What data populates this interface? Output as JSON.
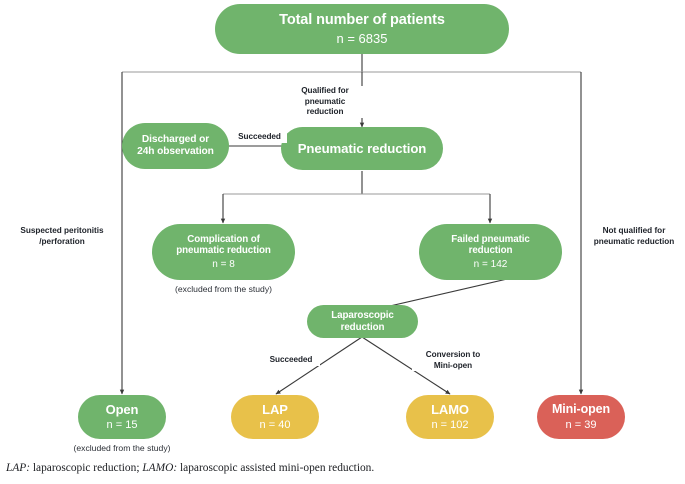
{
  "diagram": {
    "type": "flowchart",
    "title": "Patient flow for intussusception reduction",
    "colors": {
      "green": "#70b46c",
      "yellow": "#e8c14a",
      "red": "#da6158",
      "text_light": "#ffffff",
      "text_dark": "#20242b",
      "connector": "#3a3a3a"
    },
    "nodes": [
      {
        "id": "total",
        "title": "Total number of patients",
        "count": "n = 6835",
        "color": "green"
      },
      {
        "id": "discharged",
        "title": "Discharged or 24h observation",
        "count": "",
        "color": "green"
      },
      {
        "id": "pneumatic",
        "title": "Pneumatic reduction",
        "count": "",
        "color": "green"
      },
      {
        "id": "complication",
        "title": "Complication of pneumatic reduction",
        "count": "n = 8",
        "color": "green"
      },
      {
        "id": "failed",
        "title": "Failed pneumatic reduction",
        "count": "n = 142",
        "color": "green"
      },
      {
        "id": "lapreduction",
        "title": "Laparoscopic reduction",
        "count": "",
        "color": "green"
      },
      {
        "id": "open",
        "title": "Open",
        "count": "n = 15",
        "color": "green"
      },
      {
        "id": "lap",
        "title": "LAP",
        "count": "n = 40",
        "color": "yellow"
      },
      {
        "id": "lamo",
        "title": "LAMO",
        "count": "n = 102",
        "color": "yellow"
      },
      {
        "id": "miniopen",
        "title": "Mini-open",
        "count": "n = 39",
        "color": "red"
      }
    ],
    "node_lines": {
      "discharged_line1": "Discharged or",
      "discharged_line2": "24h observation",
      "complication_line1": "Complication of",
      "complication_line2": "pneumatic reduction",
      "failed_line1": "Failed pneumatic",
      "failed_line2": "reduction",
      "lapreduction_line1": "Laparoscopic",
      "lapreduction_line2": "reduction"
    },
    "edge_labels": {
      "qualified_l1": "Qualified for",
      "qualified_l2": "pneumatic",
      "qualified_l3": "reduction",
      "succeeded_top": "Succeeded",
      "succeeded_lap": "Succeeded",
      "conversion_l1": "Conversion to",
      "conversion_l2": "Mini-open"
    },
    "side_labels": {
      "left_l1": "Suspected peritonitis",
      "left_l2": "/perforation",
      "right_l1": "Not qualified for",
      "right_l2": "pneumatic reduction"
    },
    "notes": {
      "complication_note": "(excluded from the study)",
      "open_note": "(excluded from the study)"
    },
    "footnote": {
      "abbr1": "LAP:",
      "text1": " laparoscopic reduction; ",
      "abbr2": "LAMO:",
      "text2": " laparoscopic assisted mini-open reduction."
    }
  }
}
